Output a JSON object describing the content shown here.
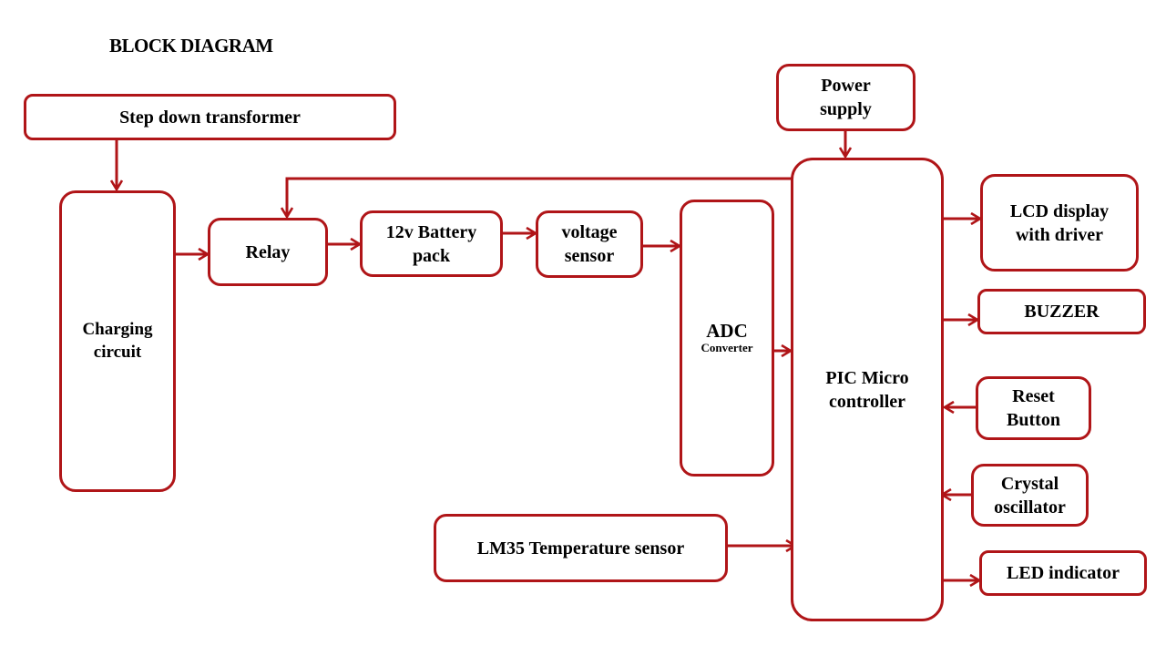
{
  "title": "BLOCK DIAGRAM",
  "colors": {
    "border": "#b01518",
    "text": "#000000",
    "background": "#ffffff"
  },
  "blocks": {
    "step_down_transformer": {
      "label": "Step down transformer"
    },
    "charging_circuit": {
      "line1": "Charging",
      "line2": "circuit"
    },
    "relay": {
      "label": "Relay"
    },
    "battery_pack": {
      "line1": "12v Battery",
      "line2": "pack"
    },
    "voltage_sensor": {
      "line1": "voltage",
      "line2": "sensor"
    },
    "adc": {
      "line1": "ADC",
      "line2": "Converter"
    },
    "power_supply": {
      "line1": "Power",
      "line2": "supply"
    },
    "pic": {
      "line1": "PIC Micro",
      "line2": "controller"
    },
    "lcd": {
      "line1": "LCD display",
      "line2": "with driver"
    },
    "buzzer": {
      "label": "BUZZER"
    },
    "reset": {
      "line1": "Reset",
      "line2": "Button"
    },
    "crystal": {
      "line1": "Crystal",
      "line2": "oscillator"
    },
    "led": {
      "label": "LED indicator"
    },
    "lm35": {
      "label": "LM35 Temperature sensor"
    }
  },
  "connections": [
    {
      "from": "Step down transformer",
      "to": "Charging circuit"
    },
    {
      "from": "Charging circuit",
      "to": "Relay"
    },
    {
      "from": "PIC Micro controller",
      "to": "Relay"
    },
    {
      "from": "Relay",
      "to": "12v Battery pack"
    },
    {
      "from": "12v Battery pack",
      "to": "voltage sensor"
    },
    {
      "from": "voltage sensor",
      "to": "ADC Converter"
    },
    {
      "from": "ADC Converter",
      "to": "PIC Micro controller"
    },
    {
      "from": "Power supply",
      "to": "PIC Micro controller"
    },
    {
      "from": "LM35 Temperature sensor",
      "to": "PIC Micro controller"
    },
    {
      "from": "PIC Micro controller",
      "to": "LCD display with driver"
    },
    {
      "from": "PIC Micro controller",
      "to": "BUZZER"
    },
    {
      "from": "Reset Button",
      "to": "PIC Micro controller"
    },
    {
      "from": "Crystal oscillator",
      "to": "PIC Micro controller"
    },
    {
      "from": "PIC Micro controller",
      "to": "LED indicator"
    }
  ]
}
